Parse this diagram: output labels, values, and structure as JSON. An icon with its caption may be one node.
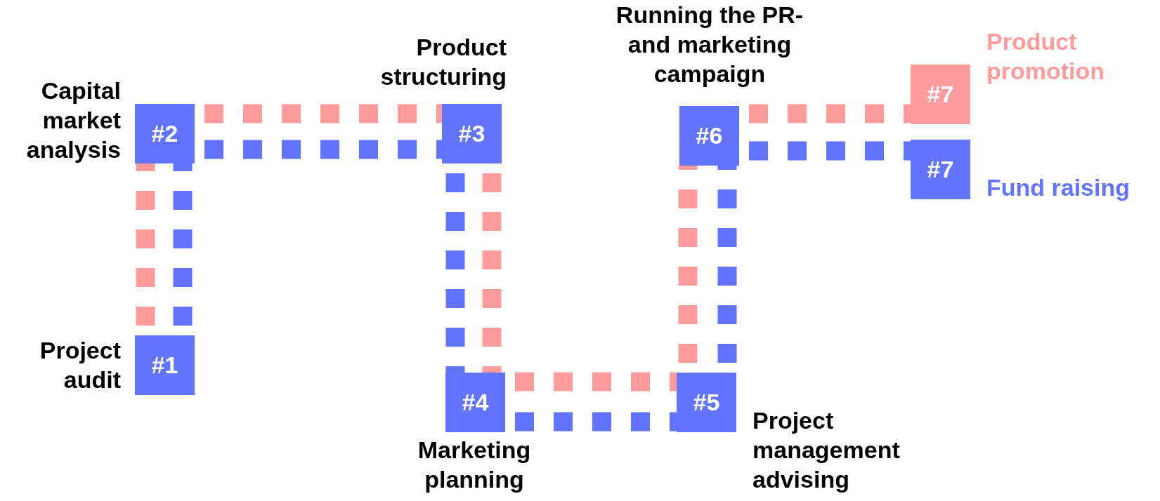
{
  "diagram": {
    "nodes": [
      {
        "text": [
          "Project audit",
          "#1"
        ]
      },
      {
        "text": [
          "Capital market analysis",
          "#2"
        ]
      },
      {
        "text": [
          "Product structuring",
          "#3"
        ]
      },
      {
        "text": [
          "#4",
          "Marketing planning"
        ]
      },
      {
        "text": [
          "#5",
          "Project management advising"
        ]
      },
      {
        "text": [
          "Running the PR- and marketing campaign",
          "#6"
        ]
      },
      {
        "text": [
          "#7",
          "Product promotion"
        ]
      },
      {
        "text": [
          "#7",
          "Fund raising"
        ]
      }
    ],
    "edges": [
      {
        "from": 0,
        "to": 1,
        "arrow": "none",
        "style": "dashed",
        "color": "#ff9b9b"
      },
      {
        "from": 0,
        "to": 1,
        "arrow": "none",
        "style": "dashed",
        "color": "#6173ff"
      },
      {
        "from": 1,
        "to": 2,
        "arrow": "none",
        "style": "dashed",
        "color": "#ff9b9b"
      },
      {
        "from": 1,
        "to": 2,
        "arrow": "none",
        "style": "dashed",
        "color": "#6173ff"
      },
      {
        "from": 2,
        "to": 3,
        "arrow": "none",
        "style": "dashed",
        "color": "#ff9b9b"
      },
      {
        "from": 2,
        "to": 3,
        "arrow": "none",
        "style": "dashed",
        "color": "#6173ff"
      },
      {
        "from": 3,
        "to": 4,
        "arrow": "none",
        "style": "dashed",
        "color": "#ff9b9b"
      },
      {
        "from": 3,
        "to": 4,
        "arrow": "none",
        "style": "dashed",
        "color": "#6173ff"
      },
      {
        "from": 4,
        "to": 5,
        "arrow": "none",
        "style": "dashed",
        "color": "#ff9b9b"
      },
      {
        "from": 4,
        "to": 5,
        "arrow": "none",
        "style": "dashed",
        "color": "#6173ff"
      },
      {
        "from": 5,
        "to": 6,
        "arrow": "none",
        "style": "dashed",
        "color": "#ff9b9b"
      },
      {
        "from": 5,
        "to": 7,
        "arrow": "none",
        "style": "dashed",
        "color": "#6173ff"
      }
    ]
  }
}
